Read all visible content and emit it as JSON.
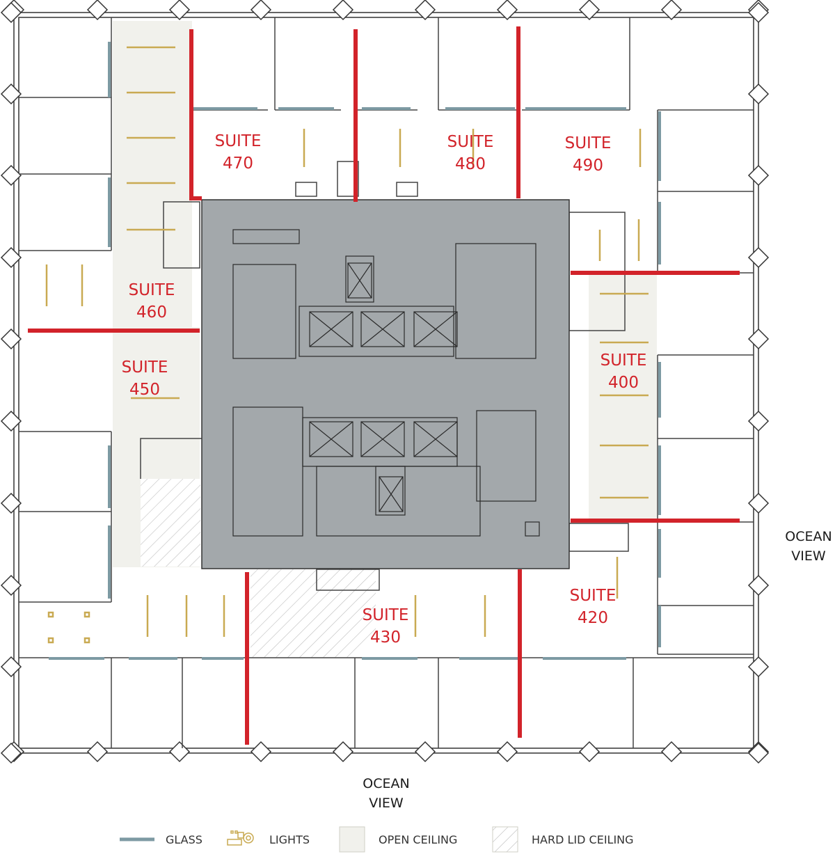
{
  "suites": [
    {
      "id": "470",
      "line1": "SUITE",
      "line2": "470"
    },
    {
      "id": "480",
      "line1": "SUITE",
      "line2": "480"
    },
    {
      "id": "490",
      "line1": "SUITE",
      "line2": "490"
    },
    {
      "id": "460",
      "line1": "SUITE",
      "line2": "460"
    },
    {
      "id": "450",
      "line1": "SUITE",
      "line2": "450"
    },
    {
      "id": "400",
      "line1": "SUITE",
      "line2": "400"
    },
    {
      "id": "430",
      "line1": "SUITE",
      "line2": "430"
    },
    {
      "id": "420",
      "line1": "SUITE",
      "line2": "420"
    }
  ],
  "views": {
    "east": {
      "line1": "OCEAN",
      "line2": "VIEW"
    },
    "south": {
      "line1": "OCEAN",
      "line2": "VIEW"
    }
  },
  "legend": {
    "glass": "GLASS",
    "lights": "LIGHTS",
    "open_ceiling": "OPEN CEILING",
    "hard_lid": "HARD LID CEILING"
  },
  "colors": {
    "demising_line": "#d2232a",
    "glass": "#7d9aa3",
    "core": "#a3a8ab",
    "open_ceiling": "#f1f1ec",
    "lights": "#c9aa52",
    "walls": "#333333"
  }
}
